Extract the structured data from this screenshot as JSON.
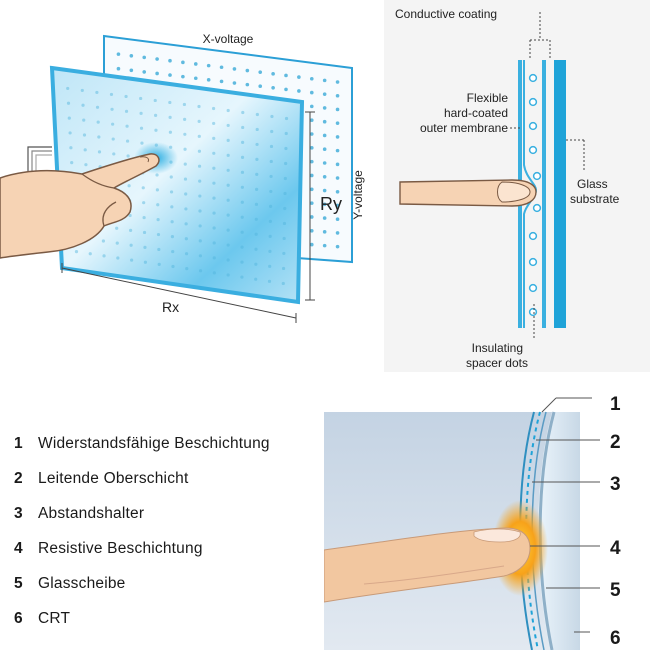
{
  "panel1": {
    "x_voltage": "X-voltage",
    "y_voltage": "Y-voltage",
    "rx": "Rx",
    "ry": "Ry"
  },
  "panel2": {
    "conductive_coating": "Conductive coating",
    "membrane_line1": "Flexible",
    "membrane_line2": "hard-coated",
    "membrane_line3": "outer membrane",
    "glass_line1": "Glass",
    "glass_line2": "substrate",
    "spacer_line1": "Insulating",
    "spacer_line2": "spacer dots"
  },
  "panel3": {
    "legend": [
      {
        "num": "1",
        "text": "Widerstandsfähige Beschichtung"
      },
      {
        "num": "2",
        "text": "Leitende Oberschicht"
      },
      {
        "num": "3",
        "text": "Abstandshalter"
      },
      {
        "num": "4",
        "text": "Resistive Beschichtung"
      },
      {
        "num": "5",
        "text": "Glasscheibe"
      },
      {
        "num": "6",
        "text": "CRT"
      }
    ],
    "callouts": [
      "1",
      "2",
      "3",
      "4",
      "5",
      "6"
    ]
  },
  "colors": {
    "panel_blue": "#39b5e6",
    "dot_blue": "#4fb3dc",
    "layer_blue": "#1fa3d8",
    "glow_orange": "#f7a21a",
    "skin": "#f2c7a0"
  }
}
